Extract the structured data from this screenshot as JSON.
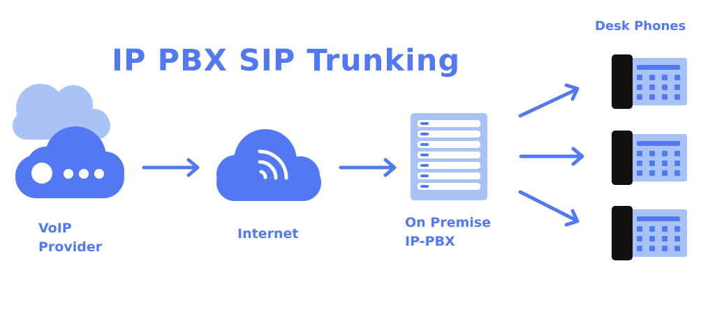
{
  "title": "IP PBX SIP Trunking",
  "nodes": {
    "provider": {
      "line1": "VoIP",
      "line2": "Provider"
    },
    "internet": {
      "line1": "Internet"
    },
    "pbx": {
      "line1": "On Premise",
      "line2": "IP-PBX"
    },
    "phones": {
      "line1": "Desk Phones"
    }
  },
  "colors": {
    "primary": "#5279f2",
    "light": "#a9c3f6",
    "phone_handset": "#111111",
    "background": "#ffffff"
  },
  "icons": [
    "cloud-router-icon",
    "cloud-wifi-icon",
    "server-rack-icon",
    "desk-phone-icon",
    "arrow-icon"
  ]
}
